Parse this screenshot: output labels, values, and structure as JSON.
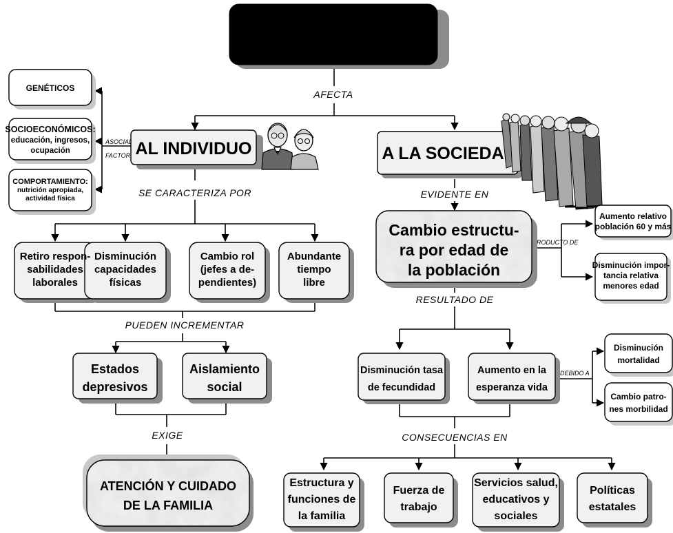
{
  "title": [
    "PROCESO",
    "ENVEJECIMIENTO"
  ],
  "connectors": {
    "afecta": "AFECTA",
    "se_caracteriza": "SE  CARACTERIZA  POR",
    "evidente_en": "EVIDENTE  EN",
    "pueden_incrementar": "PUEDEN  INCREMENTAR",
    "resultado_de": "RESULTADO  DE",
    "exige": "EXIGE",
    "consecuencias_en": "CONSECUENCIAS  EN",
    "asociado": "ASOCIADO",
    "factores": "FACTORES",
    "producto_de": "PRODUCTO DE",
    "debido_a": "DEBIDO A"
  },
  "individuo": "AL INDIVIDUO",
  "sociedad": "A LA SOCIEDAD",
  "factores": [
    [
      "GENÉTICOS"
    ],
    [
      "SOCIOECONÓMICOS:",
      "educación, ingresos,",
      "ocupación"
    ],
    [
      "COMPORTAMIENTO:",
      "nutrición apropiada,",
      "actividad física"
    ]
  ],
  "caracteristicas": [
    [
      "Retiro respon-",
      "sabilidades",
      "laborales"
    ],
    [
      "Disminución",
      "capacidades",
      "físicas"
    ],
    [
      "Cambio rol",
      "(jefes a de-",
      "pendientes)"
    ],
    [
      "Abundante",
      "tiempo",
      "libre"
    ]
  ],
  "incrementos": [
    [
      "Estados",
      "depresivos"
    ],
    [
      "Aislamiento",
      "social"
    ]
  ],
  "atencion": [
    "ATENCIÓN Y CUIDADO",
    "DE LA FAMILIA"
  ],
  "cambio": [
    "Cambio estructu-",
    "ra por edad de",
    "la población"
  ],
  "producto": [
    [
      "Aumento relativo",
      "población 60 y más"
    ],
    [
      "Disminución impor-",
      "tancia relativa",
      "menores edad"
    ]
  ],
  "resultados": [
    [
      "Disminución tasa",
      "de fecundidad"
    ],
    [
      "Aumento en la",
      "esperanza vida"
    ]
  ],
  "debido": [
    [
      "Disminución",
      "mortalidad"
    ],
    [
      "Cambio patro-",
      "nes morbilidad"
    ]
  ],
  "consecuencias": [
    [
      "Estructura y",
      "funciones de",
      "la familia"
    ],
    [
      "Fuerza de",
      "trabajo"
    ],
    [
      "Servicios salud,",
      "educativos y",
      "sociales"
    ],
    [
      "Políticas",
      "estatales"
    ]
  ]
}
